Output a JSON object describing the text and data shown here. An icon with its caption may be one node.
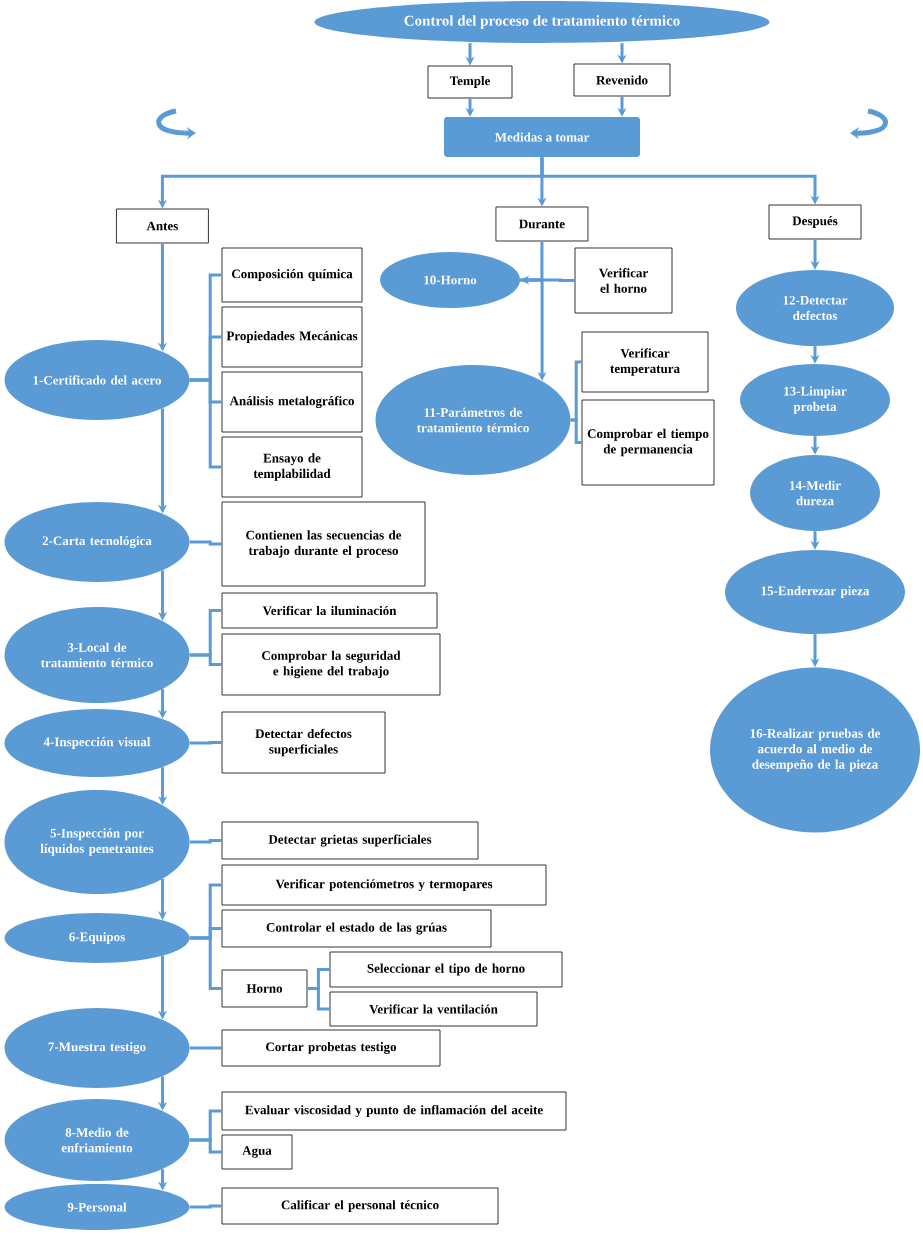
{
  "diagram": {
    "nodes": [
      {
        "text": [
          "Control del proceso de tratamiento térmico"
        ]
      },
      {
        "text": [
          "Temple"
        ]
      },
      {
        "text": [
          "Revenido"
        ]
      },
      {
        "text": [
          "Medidas a tomar"
        ]
      },
      {
        "text": [
          "Antes"
        ]
      },
      {
        "text": [
          "Durante"
        ]
      },
      {
        "text": [
          "Después"
        ]
      },
      {
        "text": [
          "1-Certificado del acero"
        ]
      },
      {
        "text": [
          "Composición química"
        ]
      },
      {
        "text": [
          "Propiedades Mecánicas"
        ]
      },
      {
        "text": [
          "Análisis metalográfico"
        ]
      },
      {
        "text": [
          "Ensayo de templabilidad"
        ]
      },
      {
        "text": [
          "2-Carta tecnológica"
        ]
      },
      {
        "text": [
          "Contienen las secuencias de trabajo durante el proceso"
        ]
      },
      {
        "text": [
          "3-Local de tratamiento térmico"
        ]
      },
      {
        "text": [
          "Verificar la iluminación"
        ]
      },
      {
        "text": [
          "Comprobar la seguridad e higiene del trabajo"
        ]
      },
      {
        "text": [
          "4-Inspección visual"
        ]
      },
      {
        "text": [
          "Detectar defectos superficiales"
        ]
      },
      {
        "text": [
          "5-Inspección por líquidos penetrantes"
        ]
      },
      {
        "text": [
          "Detectar grietas superficiales"
        ]
      },
      {
        "text": [
          "6-Equipos"
        ]
      },
      {
        "text": [
          "Verificar potenciómetros y termopares"
        ]
      },
      {
        "text": [
          "Controlar el estado de las grúas"
        ]
      },
      {
        "text": [
          "Horno"
        ]
      },
      {
        "text": [
          "Seleccionar el tipo de horno"
        ]
      },
      {
        "text": [
          "Verificar la ventilación"
        ]
      },
      {
        "text": [
          "7-Muestra testigo"
        ]
      },
      {
        "text": [
          "Cortar probetas testigo"
        ]
      },
      {
        "text": [
          "8-Medio de enfriamiento"
        ]
      },
      {
        "text": [
          "Evaluar viscosidad y punto de inflamación del aceite"
        ]
      },
      {
        "text": [
          "Agua"
        ]
      },
      {
        "text": [
          "9-Personal"
        ]
      },
      {
        "text": [
          "Calificar el personal técnico"
        ]
      },
      {
        "text": [
          "10-Horno"
        ]
      },
      {
        "text": [
          "Verificar el horno"
        ]
      },
      {
        "text": [
          "11-Parámetros de tratamiento térmico"
        ]
      },
      {
        "text": [
          "Verificar temperatura"
        ]
      },
      {
        "text": [
          "Comprobar el tiempo de permanencia"
        ]
      },
      {
        "text": [
          "12-Detectar defectos"
        ]
      },
      {
        "text": [
          "13-Limpiar probeta"
        ]
      },
      {
        "text": [
          "14-Medir dureza"
        ]
      },
      {
        "text": [
          "15-Enderezar pieza"
        ]
      },
      {
        "text": [
          "16-Realizar pruebas de acuerdo al medio de desempeño de la pieza"
        ]
      }
    ],
    "edges": [
      {
        "from": 0,
        "to": 1,
        "arrow": "to"
      },
      {
        "from": 0,
        "to": 2,
        "arrow": "to"
      },
      {
        "from": 1,
        "to": 3,
        "arrow": "to"
      },
      {
        "from": 2,
        "to": 3,
        "arrow": "to"
      },
      {
        "from": 3,
        "to": 4,
        "arrow": "to"
      },
      {
        "from": 3,
        "to": 5,
        "arrow": "to"
      },
      {
        "from": 3,
        "to": 6,
        "arrow": "to"
      },
      {
        "from": 4,
        "to": 7,
        "arrow": "to"
      },
      {
        "from": 7,
        "to": 8,
        "arrow": "none"
      },
      {
        "from": 7,
        "to": 9,
        "arrow": "none"
      },
      {
        "from": 7,
        "to": 10,
        "arrow": "none"
      },
      {
        "from": 7,
        "to": 11,
        "arrow": "none"
      },
      {
        "from": 7,
        "to": 12,
        "arrow": "to"
      },
      {
        "from": 12,
        "to": 13,
        "arrow": "none"
      },
      {
        "from": 12,
        "to": 14,
        "arrow": "to"
      },
      {
        "from": 14,
        "to": 15,
        "arrow": "none"
      },
      {
        "from": 14,
        "to": 16,
        "arrow": "none"
      },
      {
        "from": 14,
        "to": 17,
        "arrow": "to"
      },
      {
        "from": 17,
        "to": 18,
        "arrow": "none"
      },
      {
        "from": 17,
        "to": 19,
        "arrow": "to"
      },
      {
        "from": 19,
        "to": 20,
        "arrow": "none"
      },
      {
        "from": 19,
        "to": 21,
        "arrow": "to"
      },
      {
        "from": 21,
        "to": 22,
        "arrow": "none"
      },
      {
        "from": 21,
        "to": 23,
        "arrow": "none"
      },
      {
        "from": 21,
        "to": 24,
        "arrow": "none"
      },
      {
        "from": 24,
        "to": 25,
        "arrow": "none"
      },
      {
        "from": 24,
        "to": 26,
        "arrow": "none"
      },
      {
        "from": 21,
        "to": 27,
        "arrow": "to"
      },
      {
        "from": 27,
        "to": 28,
        "arrow": "none"
      },
      {
        "from": 27,
        "to": 29,
        "arrow": "to"
      },
      {
        "from": 29,
        "to": 30,
        "arrow": "none"
      },
      {
        "from": 29,
        "to": 31,
        "arrow": "none"
      },
      {
        "from": 29,
        "to": 32,
        "arrow": "to"
      },
      {
        "from": 32,
        "to": 33,
        "arrow": "none"
      },
      {
        "from": 5,
        "to": 34,
        "arrow": "to"
      },
      {
        "from": 34,
        "to": 35,
        "arrow": "none"
      },
      {
        "from": 34,
        "to": 36,
        "arrow": "to"
      },
      {
        "from": 36,
        "to": 37,
        "arrow": "none"
      },
      {
        "from": 36,
        "to": 38,
        "arrow": "none"
      },
      {
        "from": 6,
        "to": 39,
        "arrow": "to"
      },
      {
        "from": 39,
        "to": 40,
        "arrow": "to"
      },
      {
        "from": 40,
        "to": 41,
        "arrow": "to"
      },
      {
        "from": 41,
        "to": 42,
        "arrow": "to"
      },
      {
        "from": 42,
        "to": 43,
        "arrow": "to"
      }
    ]
  }
}
